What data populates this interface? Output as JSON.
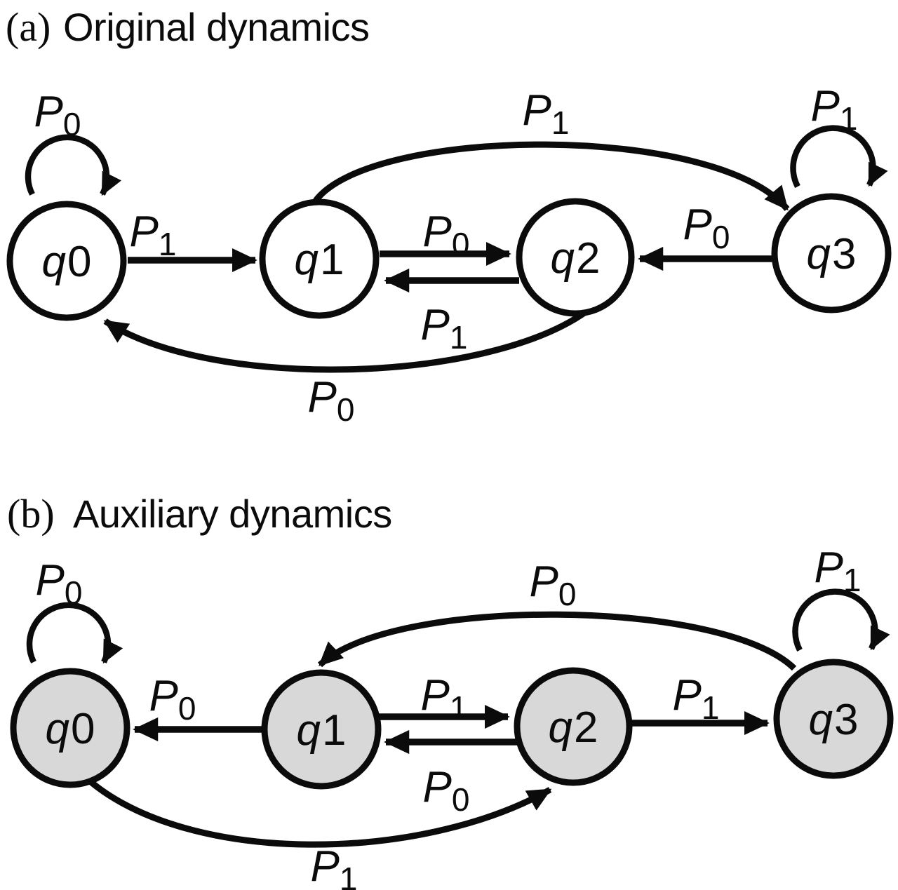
{
  "figure": {
    "colors": {
      "ink": "#0b0b0b",
      "state_fill_original": "#ffffff",
      "state_fill_auxiliary": "#d8d8d8",
      "background": "#ffffff"
    },
    "panel_a": {
      "label_prefix": "(a)",
      "title": "Original dynamics",
      "states": [
        {
          "id": "q0",
          "letter": "q",
          "digit": "0"
        },
        {
          "id": "q1",
          "letter": "q",
          "digit": "1"
        },
        {
          "id": "q2",
          "letter": "q",
          "digit": "2"
        },
        {
          "id": "q3",
          "letter": "q",
          "digit": "3"
        }
      ],
      "edges": [
        {
          "id": "self-q0",
          "from": "q0",
          "to": "q0",
          "letter": "P",
          "sub": "0"
        },
        {
          "id": "q0-q1",
          "from": "q0",
          "to": "q1",
          "letter": "P",
          "sub": "1"
        },
        {
          "id": "q1-q2",
          "from": "q1",
          "to": "q2",
          "letter": "P",
          "sub": "0"
        },
        {
          "id": "q2-q1",
          "from": "q2",
          "to": "q1",
          "letter": "P",
          "sub": "1"
        },
        {
          "id": "q1-q3",
          "from": "q1",
          "to": "q3",
          "letter": "P",
          "sub": "1"
        },
        {
          "id": "q3-q2",
          "from": "q3",
          "to": "q2",
          "letter": "P",
          "sub": "0"
        },
        {
          "id": "self-q3",
          "from": "q3",
          "to": "q3",
          "letter": "P",
          "sub": "1"
        },
        {
          "id": "q2-q0",
          "from": "q2",
          "to": "q0",
          "letter": "P",
          "sub": "0"
        }
      ]
    },
    "panel_b": {
      "label_prefix": "(b)",
      "title": "Auxiliary dynamics",
      "states": [
        {
          "id": "q0",
          "letter": "q",
          "digit": "0"
        },
        {
          "id": "q1",
          "letter": "q",
          "digit": "1"
        },
        {
          "id": "q2",
          "letter": "q",
          "digit": "2"
        },
        {
          "id": "q3",
          "letter": "q",
          "digit": "3"
        }
      ],
      "edges": [
        {
          "id": "self-q0",
          "from": "q0",
          "to": "q0",
          "letter": "P",
          "sub": "0"
        },
        {
          "id": "q1-q0",
          "from": "q1",
          "to": "q0",
          "letter": "P",
          "sub": "0"
        },
        {
          "id": "q1-q2",
          "from": "q1",
          "to": "q2",
          "letter": "P",
          "sub": "1"
        },
        {
          "id": "q2-q1",
          "from": "q2",
          "to": "q1",
          "letter": "P",
          "sub": "0"
        },
        {
          "id": "q3-q1",
          "from": "q3",
          "to": "q1",
          "letter": "P",
          "sub": "0"
        },
        {
          "id": "q2-q3",
          "from": "q2",
          "to": "q3",
          "letter": "P",
          "sub": "1"
        },
        {
          "id": "self-q3",
          "from": "q3",
          "to": "q3",
          "letter": "P",
          "sub": "1"
        },
        {
          "id": "q0-q2",
          "from": "q0",
          "to": "q2",
          "letter": "P",
          "sub": "1"
        }
      ]
    }
  }
}
